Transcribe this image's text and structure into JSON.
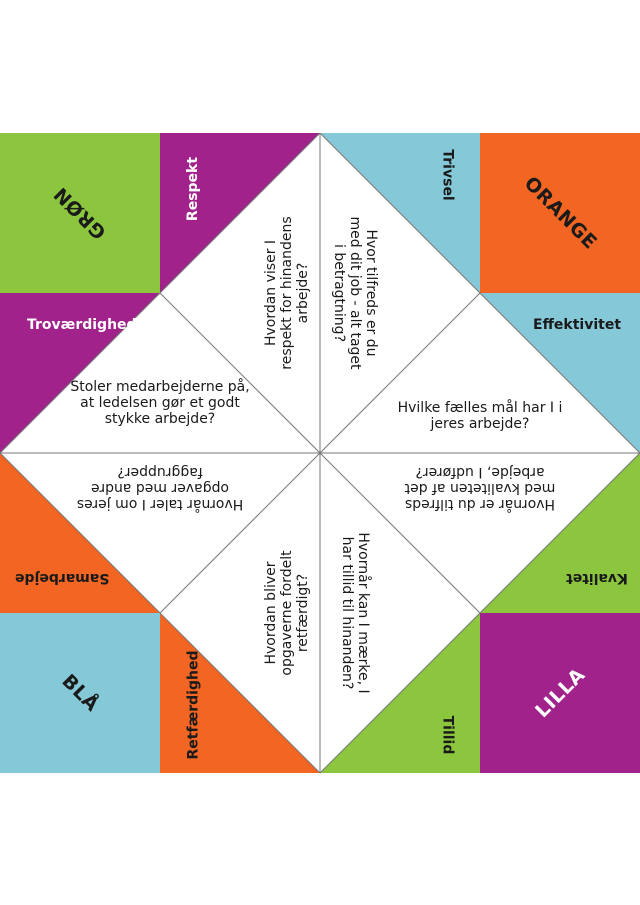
{
  "colors": {
    "green": "#8cc63f",
    "purple": "#a0228a",
    "blue": "#85c8d8",
    "orange": "#f26522",
    "white": "#ffffff",
    "line": "#777777"
  },
  "corners": {
    "top_left": "GRØN",
    "top_right": "ORANGE",
    "bottom_left": "BLÅ",
    "bottom_right": "LILLA"
  },
  "categories": {
    "respekt": "Respekt",
    "trivsel": "Trivsel",
    "trovaerdighed": "Troværdighed",
    "effektivitet": "Effektivitet",
    "samarbejde": "Samarbejde",
    "kvalitet": "Kvalitet",
    "retfaerdighed": "Retfærdighed",
    "tillid": "Tillid"
  },
  "questions": {
    "q_respect": "Hvordan viser I respekt for hinandens arbejde?",
    "q_wellbeing": "Hvor tilfreds er du med dit job - alt taget i betragtning?",
    "q_trust_mgmt": "Stoler medarbejderne på, at ledelsen gør et godt stykke arbejde?",
    "q_goals": "Hvilke fælles mål har I i jeres arbejde?",
    "q_tasks": "Hvornår taler I om jeres opgaver med andre faggrupper?",
    "q_quality": "Hvornår er du tilfreds med kvaliteten af det arbejde, I udfører?",
    "q_fair": "Hvordan bliver opgaverne fordelt retfærdigt?",
    "q_trust_each": "Hvornår kan I mærke, I har tillid til hinanden?"
  }
}
